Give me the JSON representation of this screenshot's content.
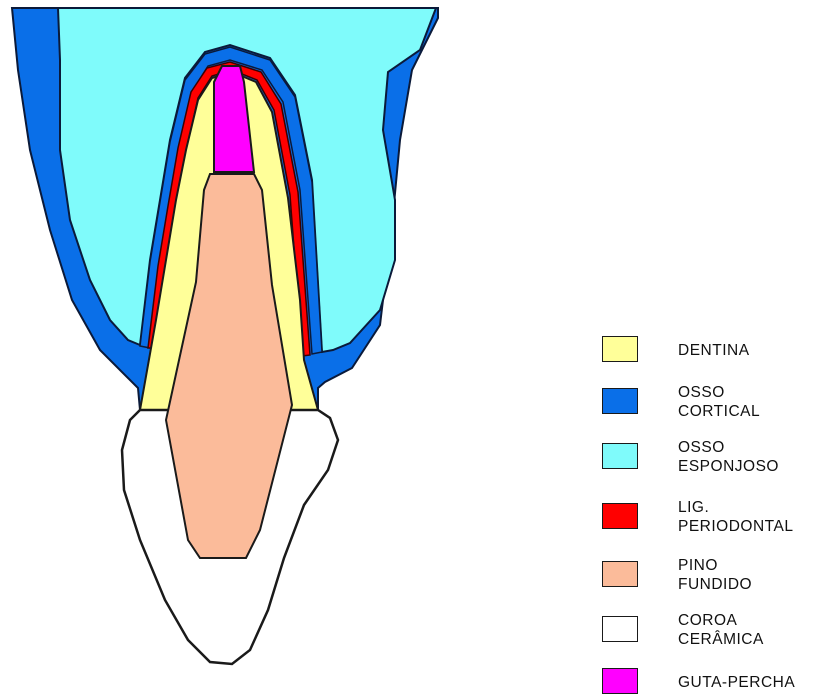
{
  "legend": [
    {
      "line1": "DENTINA",
      "line2": "",
      "color": "#ffff99"
    },
    {
      "line1": "OSSO",
      "line2": "CORTICAL",
      "color": "#0a6fe8"
    },
    {
      "line1": "OSSO",
      "line2": "ESPONJOSO",
      "color": "#7ffbfb"
    },
    {
      "line1": "LIG.",
      "line2": "PERIODONTAL",
      "color": "#ff0000"
    },
    {
      "line1": "PINO",
      "line2": "FUNDIDO",
      "color": "#fbbb9a"
    },
    {
      "line1": "COROA",
      "line2": "CERÂMICA",
      "color": "#ffffff"
    },
    {
      "line1": "GUTA-PERCHA",
      "line2": "",
      "color": "#ff00ff"
    }
  ]
}
